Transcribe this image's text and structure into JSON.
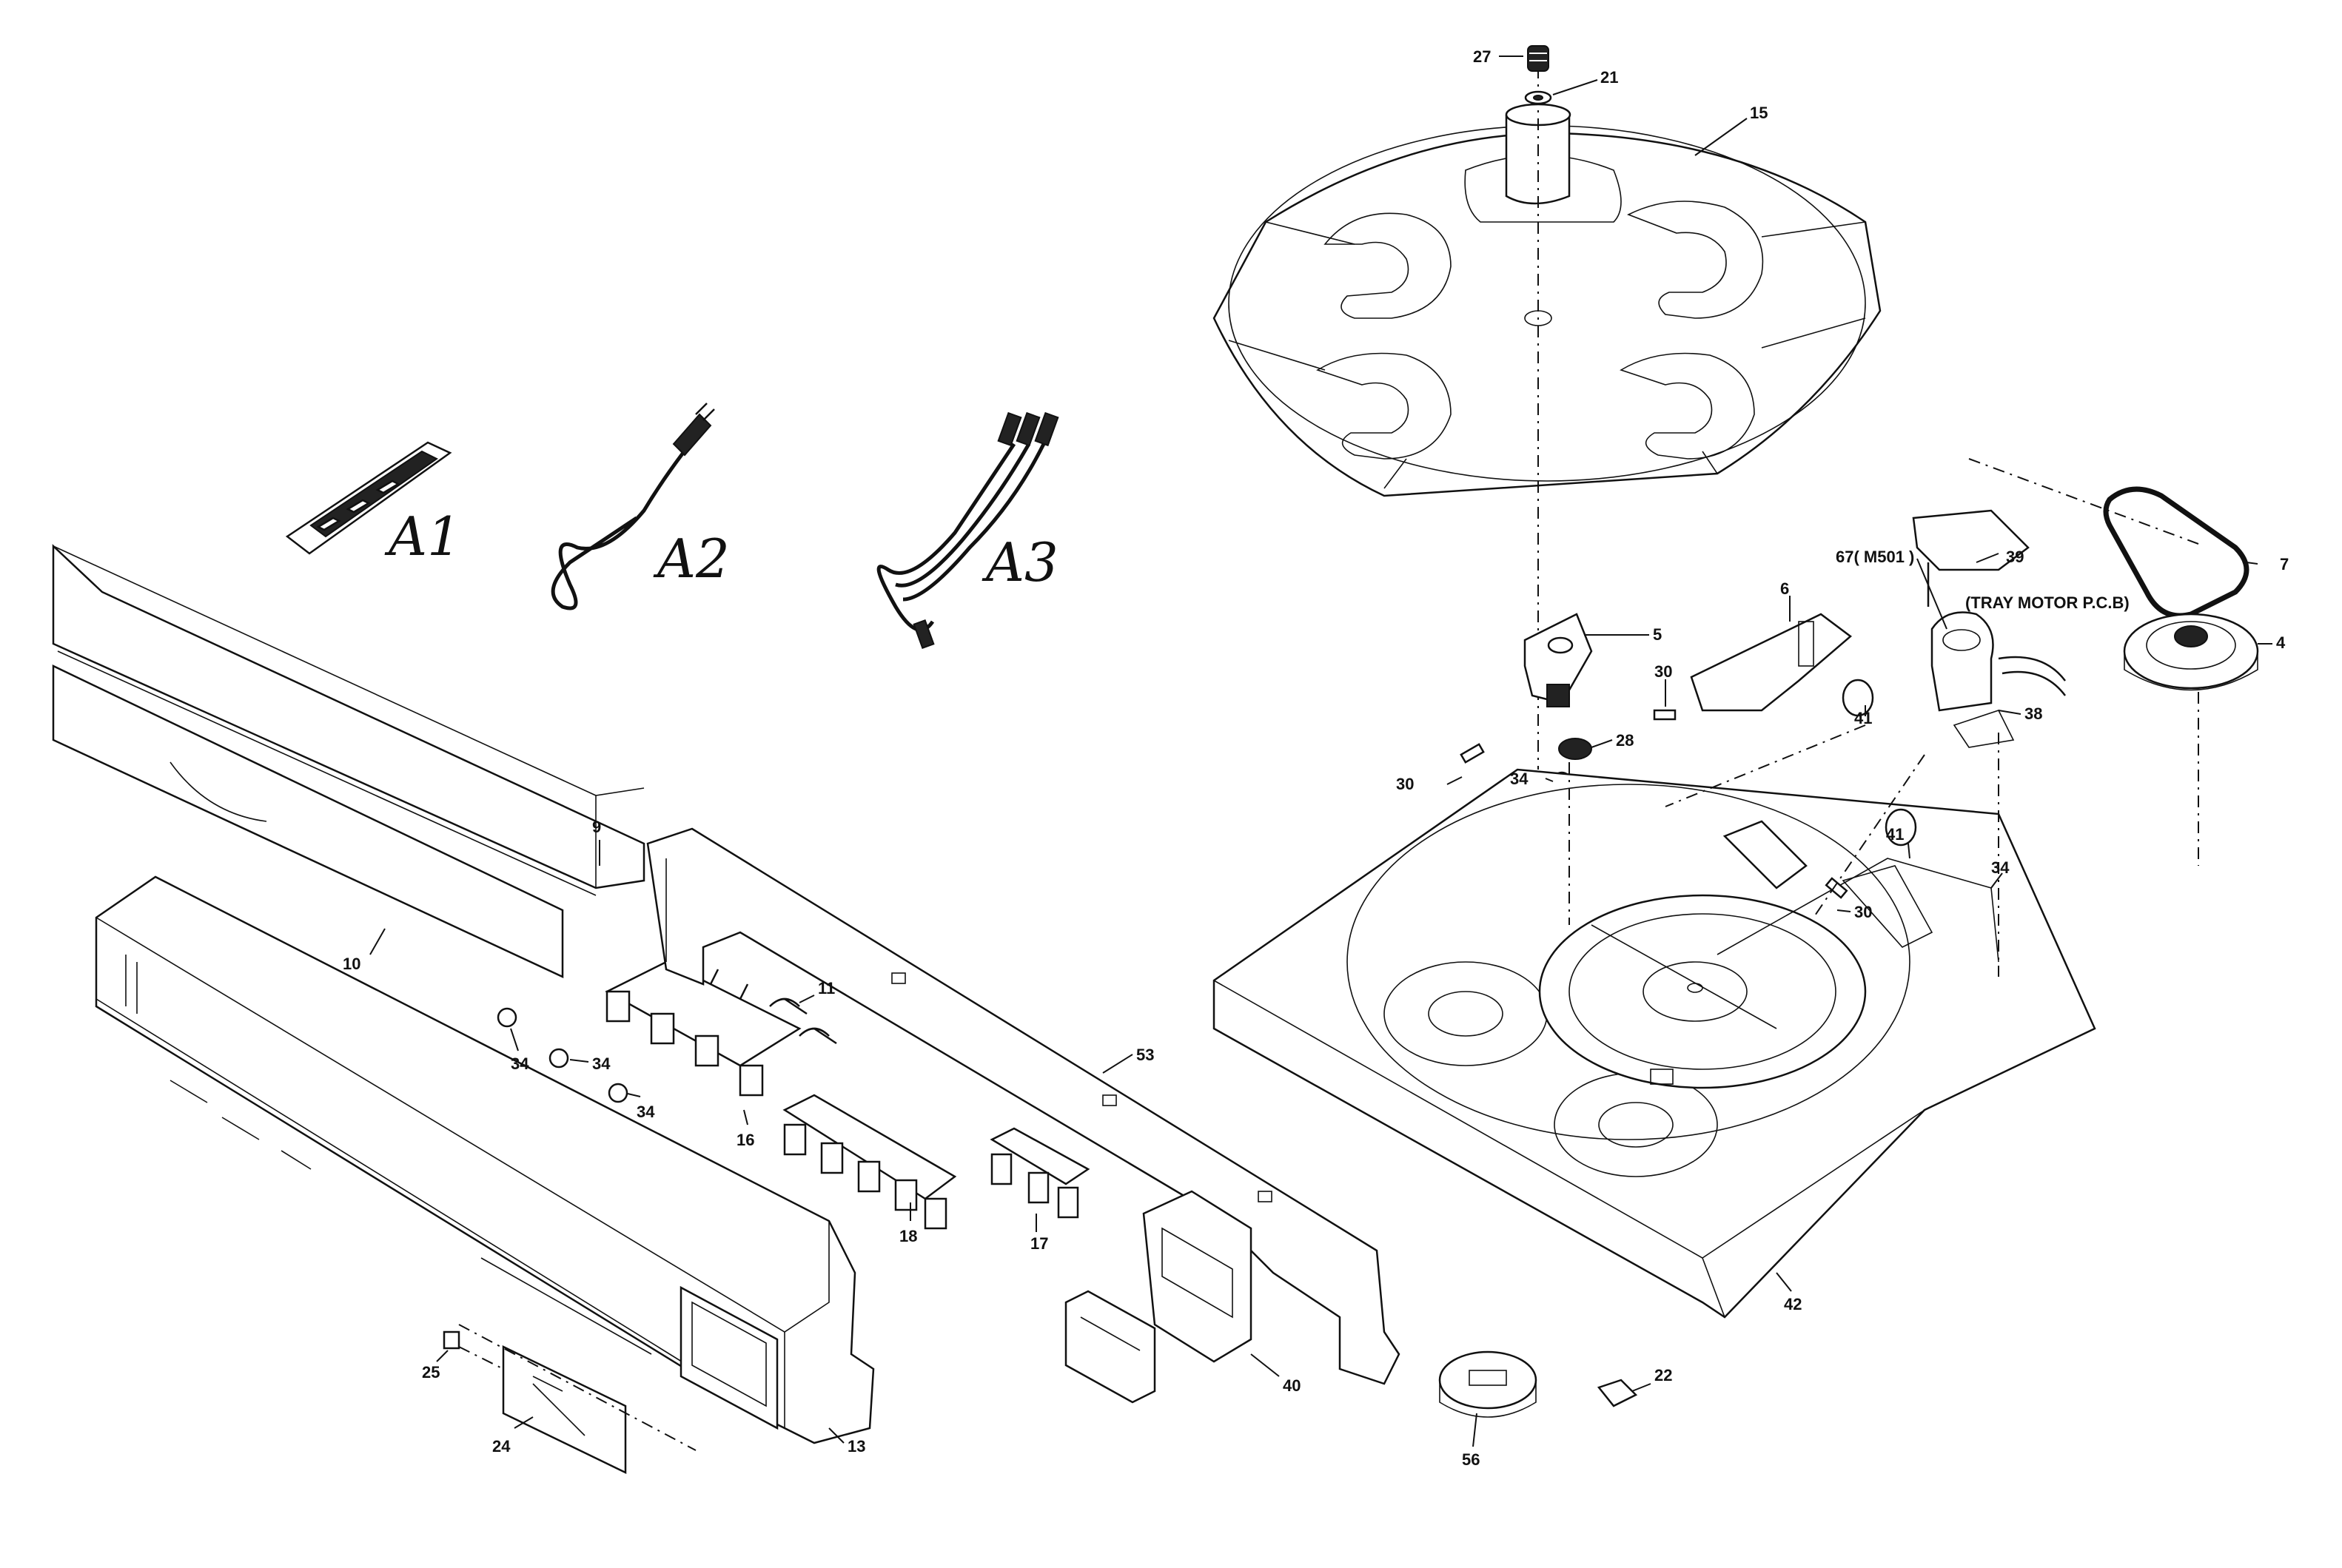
{
  "accessories": [
    {
      "id": "a1",
      "label": "A1"
    },
    {
      "id": "a2",
      "label": "A2"
    },
    {
      "id": "a3",
      "label": "A3"
    }
  ],
  "labels": {
    "l27": "27",
    "l21": "21",
    "l15": "15",
    "l67": "67( M501 )",
    "l39": "39",
    "l7": "7",
    "ltray": "(TRAY MOTOR P.C.B)",
    "l4": "4",
    "l5": "5",
    "l6": "6",
    "l30a": "30",
    "l28": "28",
    "l41a": "41",
    "l38": "38",
    "l30b": "30",
    "l34a": "34",
    "l41b": "41",
    "l30c": "30",
    "l34b": "34",
    "l9": "9",
    "l10": "10",
    "l11": "11",
    "l34c": "34",
    "l34d": "34",
    "l34e": "34",
    "l16": "16",
    "l53": "53",
    "l18": "18",
    "l17": "17",
    "l42": "42",
    "l40": "40",
    "l25": "25",
    "l13": "13",
    "l24": "24",
    "l22": "22",
    "l56": "56"
  },
  "colors": {
    "line": "#111111",
    "background": "#ffffff"
  }
}
